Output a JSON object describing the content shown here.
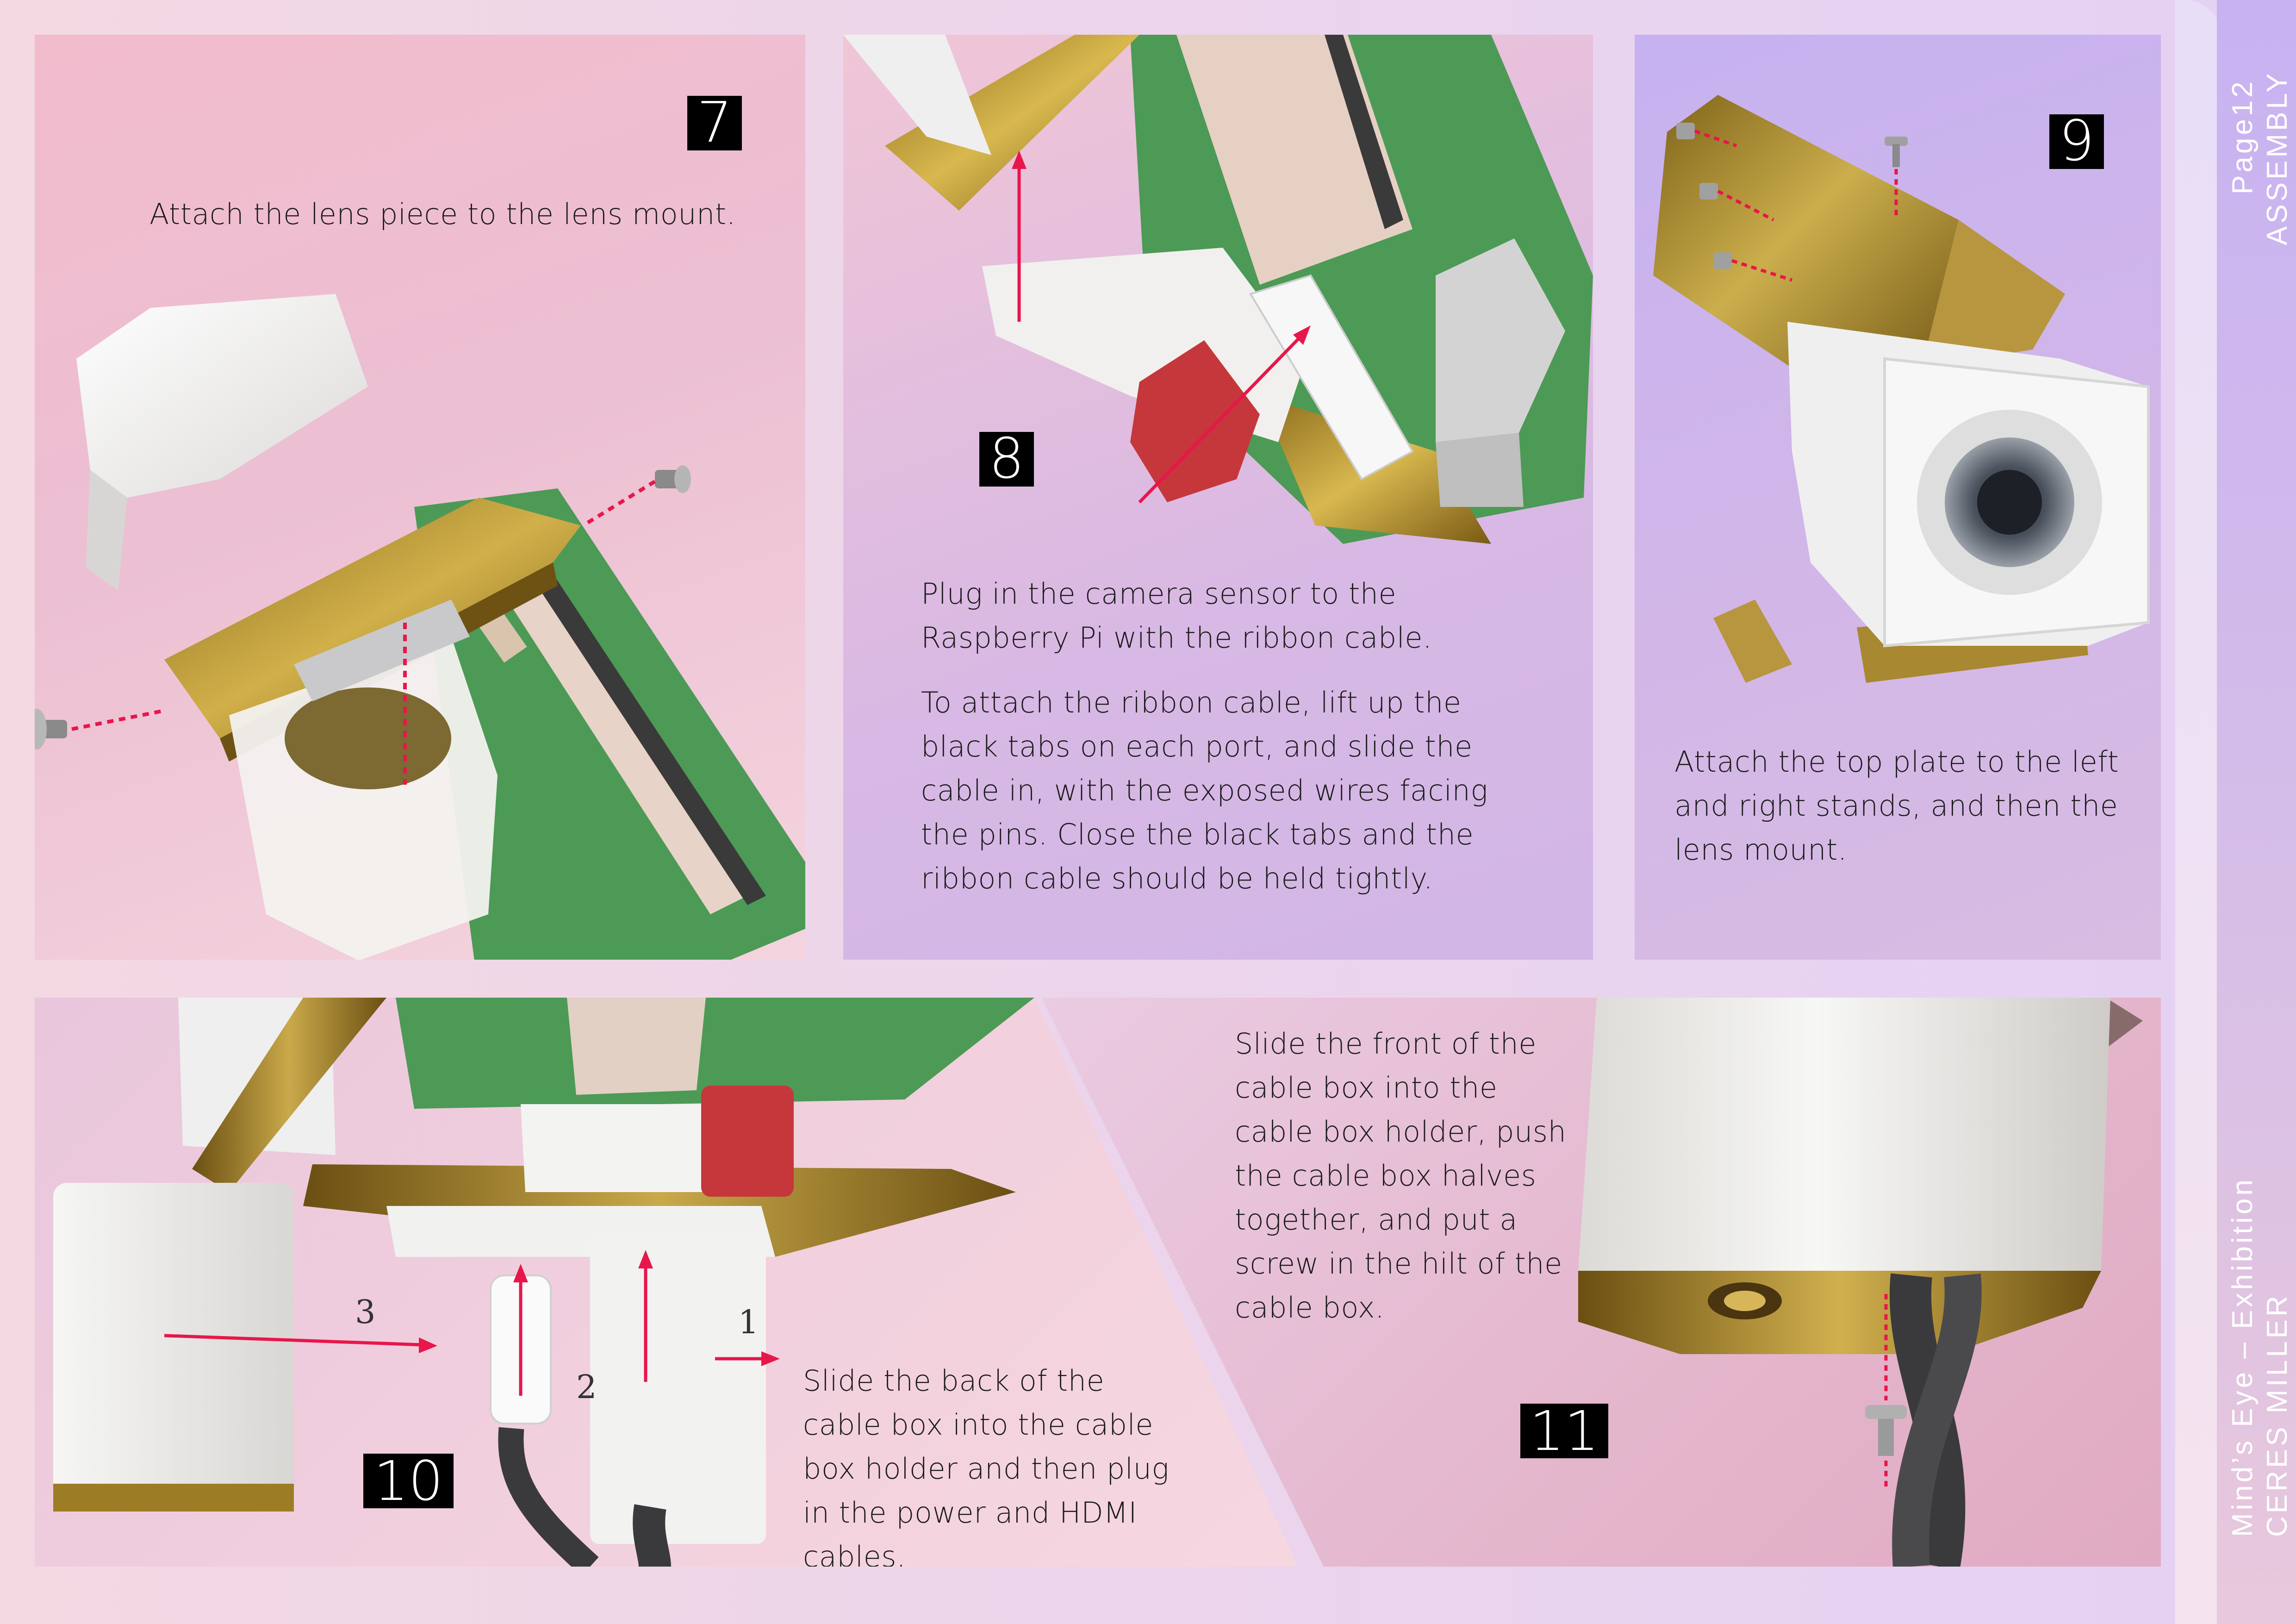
{
  "sidebar": {
    "page": "Page12",
    "section": "ASSEMBLY",
    "title": "Mind’s Eye – Exhibition",
    "author": "CERES MILLER"
  },
  "steps": {
    "s7": {
      "number": "7",
      "text": "Attach the lens piece to the lens mount."
    },
    "s8": {
      "number": "8",
      "text1": "Plug in the camera sensor to the Raspberry Pi with the ribbon cable.",
      "text2": "To attach the ribbon cable, lift up the black tabs on each port, and slide the cable in, with the exposed wires facing the pins. Close the black tabs and the ribbon cable should be held tightly."
    },
    "s9": {
      "number": "9",
      "text": "Attach the top plate to the left and right stands, and then the lens mount."
    },
    "s10": {
      "number": "10",
      "text": "Slide the back of the cable box into the cable box holder and then plug in the power and HDMI cables.",
      "arrow_labels": [
        "1",
        "2",
        "3"
      ]
    },
    "s11": {
      "number": "11",
      "text": "Slide the front of the cable box into the cable box holder, push the cable box halves together, and put a screw in the hilt of the cable box."
    }
  },
  "colors": {
    "arrow": "#e8164b",
    "brass": "#b8962e",
    "pcb": "#3f8f4a",
    "plastic": "#f1efec"
  }
}
